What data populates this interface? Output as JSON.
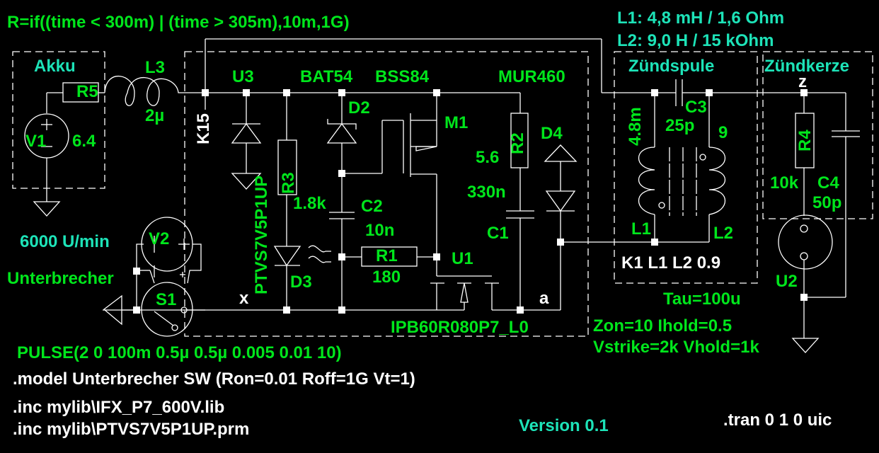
{
  "colors": {
    "background": "#000000",
    "wire": "#ffffff",
    "component_label": "#00e61c",
    "annotation": "#1de3b8",
    "net_label": "#ffffff"
  },
  "header": {
    "resistance_expr": "R=if((time < 300m) | (time > 305m),10m,1G)",
    "l1_spec": "L1: 4,8 mH / 1,6 Ohm",
    "l2_spec": "L2: 9,0 H / 15 kOhm"
  },
  "groups": {
    "akku": "Akku",
    "zuendspule": "Zündspule",
    "zuendkerze": "Zündkerze",
    "rpm": "6000 U/min",
    "unterbrecher": "Unterbrecher"
  },
  "components": {
    "R5": {
      "name": "R5"
    },
    "V1": {
      "name": "V1",
      "value": "6.4"
    },
    "L3": {
      "name": "L3",
      "value": "2µ"
    },
    "U3": {
      "name": "U3",
      "model": "PTVS7V5P1UP"
    },
    "R3": {
      "name": "R3",
      "value": "1.8k"
    },
    "D2": {
      "name": "D2",
      "model": "BAT54"
    },
    "M1": {
      "name": "M1",
      "model": "BSS84"
    },
    "R2": {
      "name": "R2",
      "value": "5.6"
    },
    "C1": {
      "name": "C1",
      "value": "330n"
    },
    "D4": {
      "name": "D4",
      "model": "MUR460"
    },
    "C2": {
      "name": "C2",
      "value": "10n"
    },
    "R1": {
      "name": "R1",
      "value": "180"
    },
    "D3": {
      "name": "D3"
    },
    "U1": {
      "name": "U1",
      "model": "IPB60R080P7_L0"
    },
    "V2": {
      "name": "V2"
    },
    "S1": {
      "name": "S1"
    },
    "L1": {
      "name": "L1",
      "value": "4.8m"
    },
    "L2": {
      "name": "L2",
      "value": "9"
    },
    "C3": {
      "name": "C3",
      "value": "25p"
    },
    "R4": {
      "name": "R4",
      "value": "10k"
    },
    "C4": {
      "name": "C4",
      "value": "50p"
    },
    "U2": {
      "name": "U2",
      "params_1": "Tau=100u",
      "params_2": "Zon=10 Ihold=0.5",
      "params_3": "Vstrike=2k Vhold=1k"
    }
  },
  "net_labels": {
    "k15": "K15",
    "x": "x",
    "a": "a",
    "z": "z"
  },
  "directives": {
    "coupling": "K1 L1 L2 0.9",
    "pulse": "PULSE(2 0 100m 0.5µ 0.5µ 0.005 0.01 10)",
    "model": ".model Unterbrecher SW (Ron=0.01 Roff=1G Vt=1)",
    "inc1": ".inc mylib\\IFX_P7_600V.lib",
    "inc2": ".inc mylib\\PTVS7V5P1UP.prm",
    "tran": ".tran 0 1 0 uic",
    "version": "Version 0.1"
  }
}
